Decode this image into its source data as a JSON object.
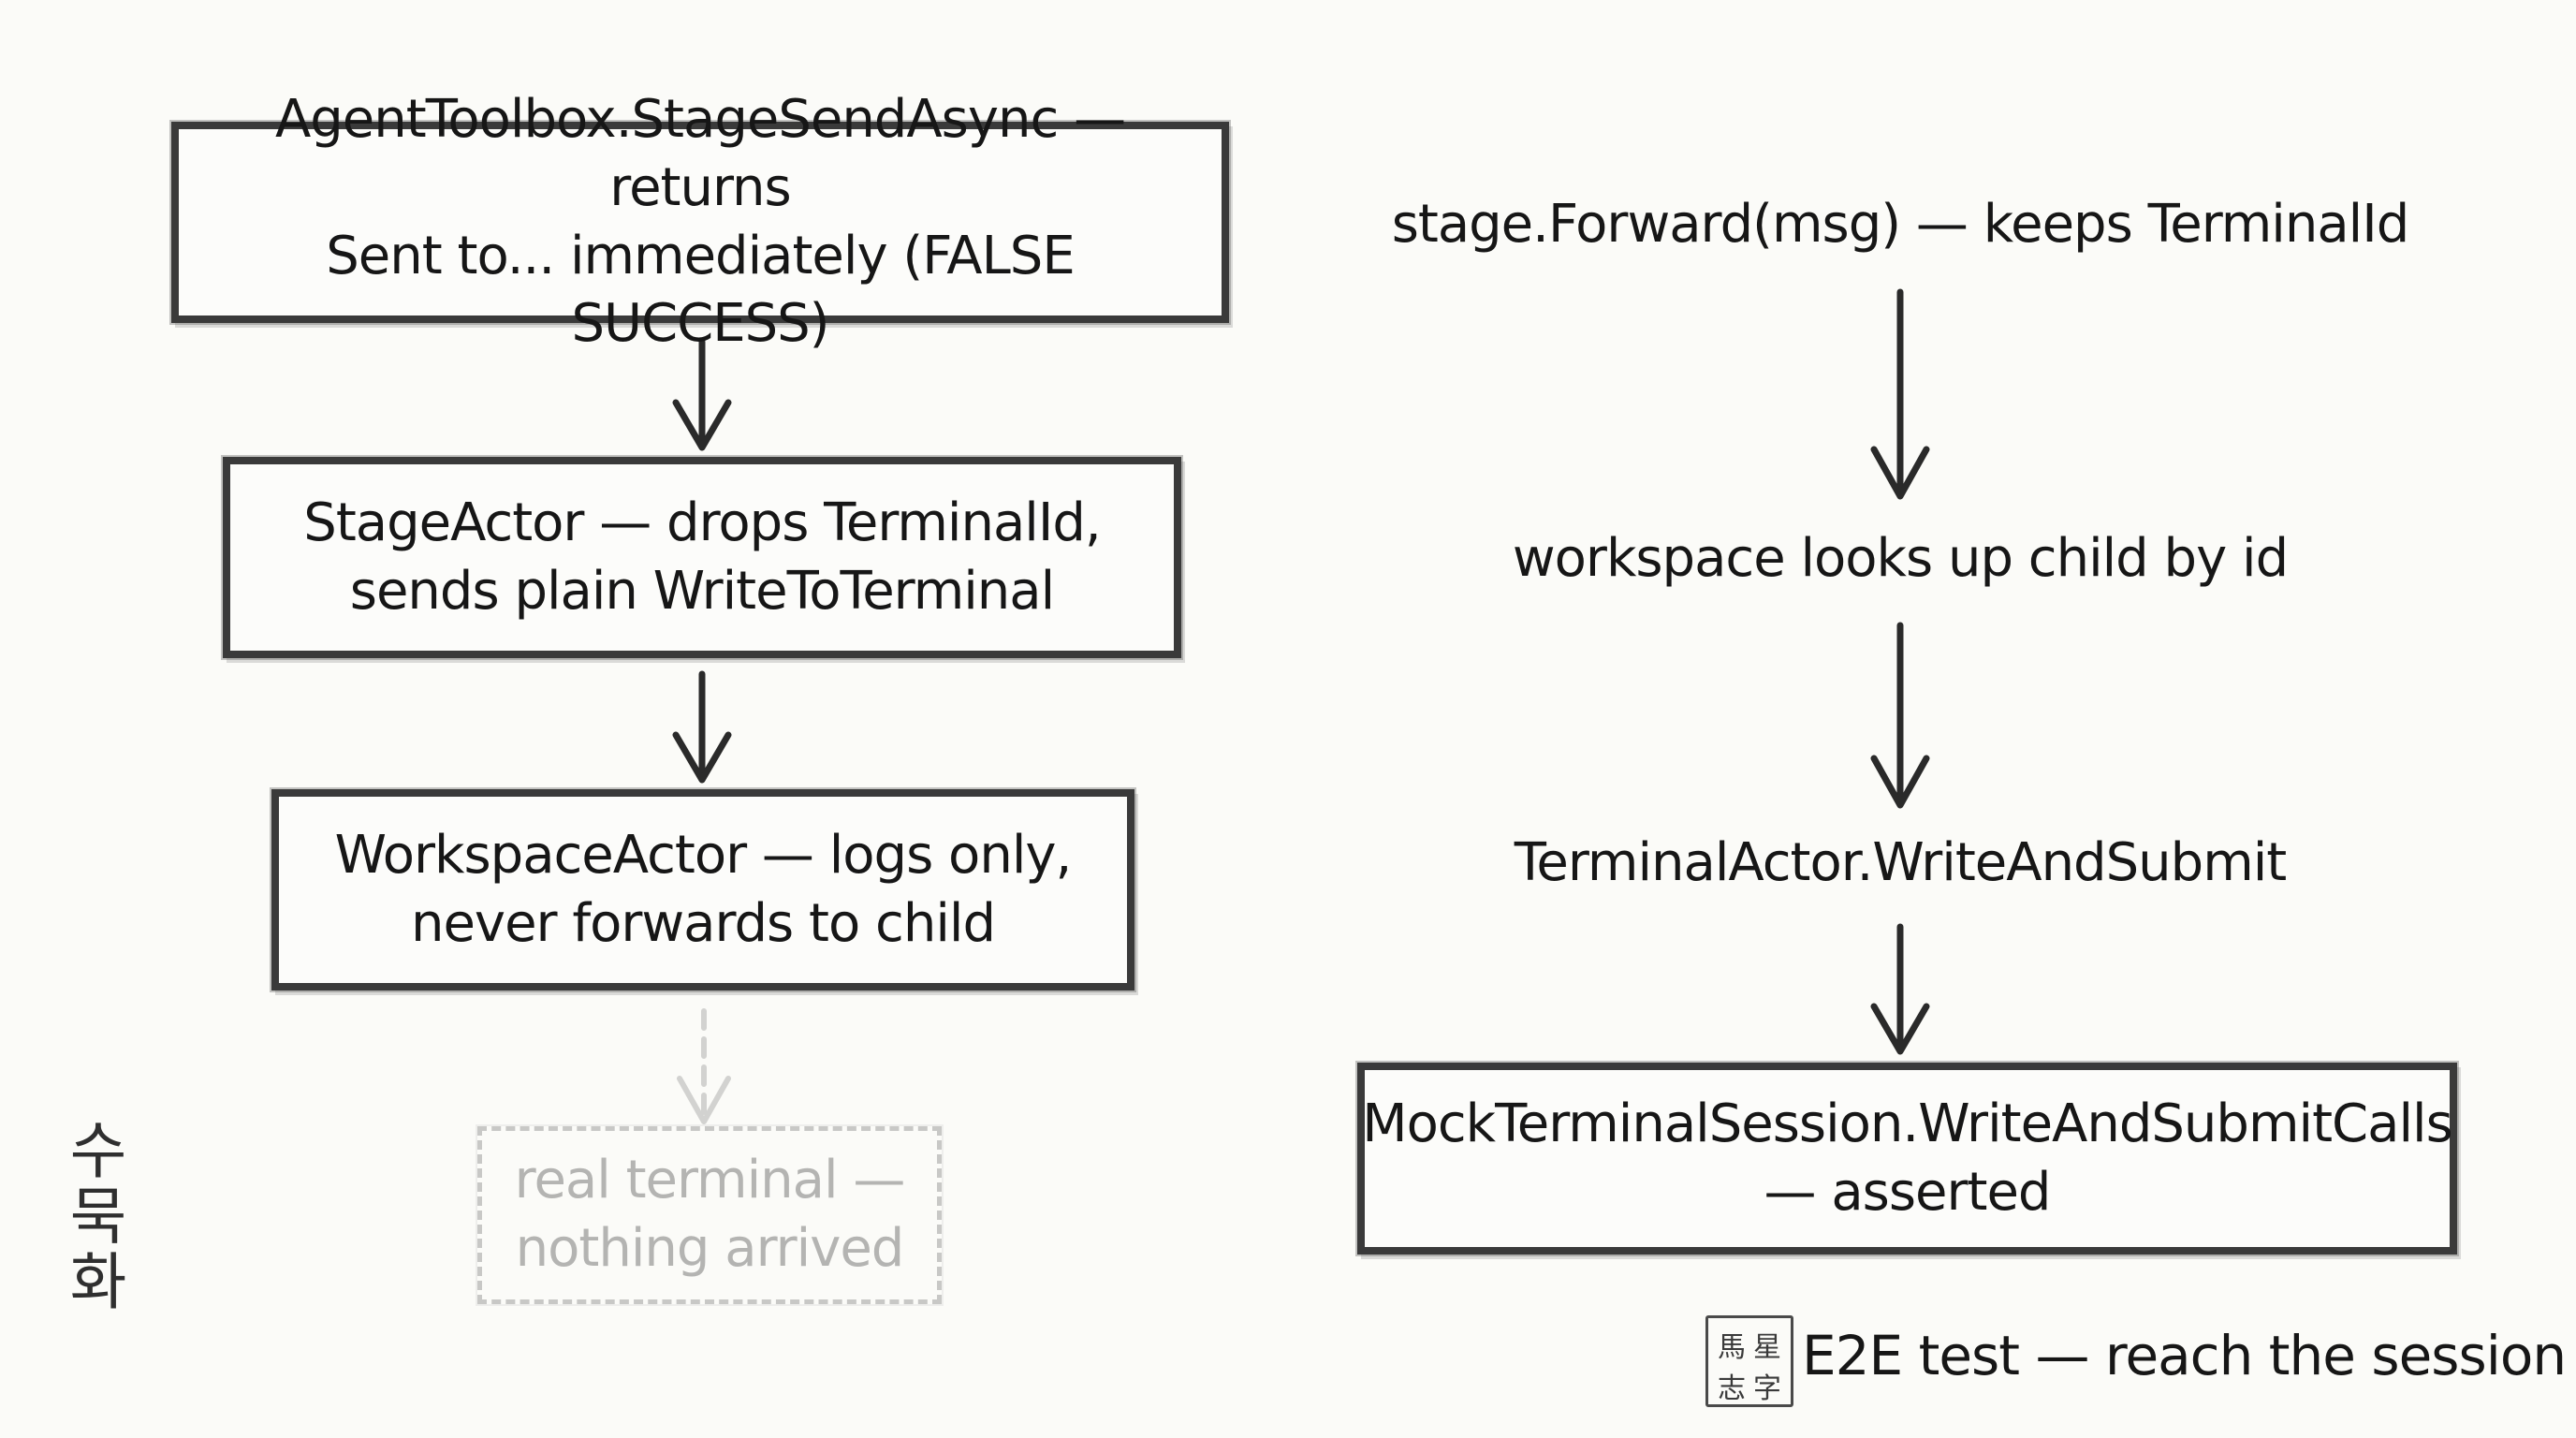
{
  "left_flow": {
    "nodes": [
      {
        "line1": "AgentToolbox.StageSendAsync — returns",
        "line2": "Sent to... immediately (FALSE SUCCESS)"
      },
      {
        "line1": "StageActor — drops TerminalId,",
        "line2": "sends plain WriteToTerminal"
      },
      {
        "line1": "WorkspaceActor — logs only,",
        "line2": "never forwards to child"
      }
    ],
    "ghost_node": {
      "line1": "real terminal —",
      "line2": "nothing arrived"
    }
  },
  "right_flow": {
    "steps": [
      "stage.Forward(msg) — keeps TerminalId",
      "workspace looks up child by id",
      "TerminalActor.WriteAndSubmit"
    ],
    "final_node": {
      "line1": "MockTerminalSession.WriteAndSubmitCalls",
      "line2": "— asserted"
    }
  },
  "signature": [
    "수",
    "묵",
    "화"
  ],
  "seal": {
    "chars": [
      "馬",
      "星",
      "志",
      "字"
    ]
  },
  "legend": {
    "text": "E2E test — reach the session"
  },
  "colors": {
    "ink": "#161616",
    "box_border": "#3a3a3a",
    "ghost": "#b4b4b2",
    "paper": "#fbfbf8"
  }
}
